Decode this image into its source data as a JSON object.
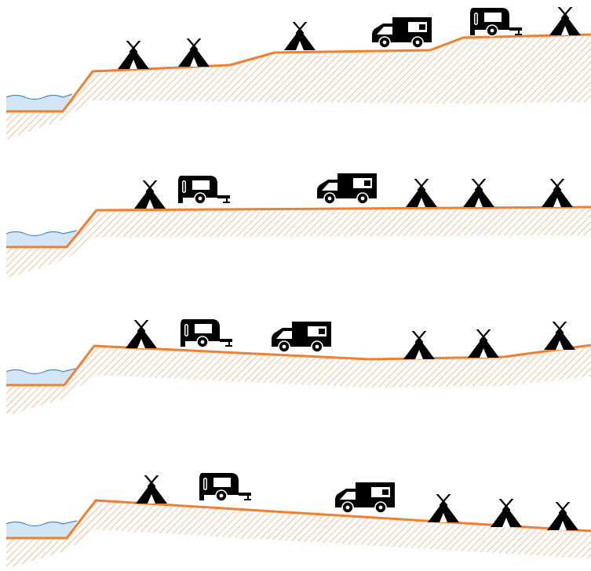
{
  "colors": {
    "ground_line": "#f07f2e",
    "hatch": "#f2a36b",
    "water_fill": "#d2e6f5",
    "water_wave": "#4a89c9",
    "icon": "#000000",
    "background": "#ffffff"
  },
  "icons": [
    "tent-icon",
    "caravan-icon",
    "motorhome-icon"
  ],
  "panels": [
    {
      "id": "terrace-steps",
      "items": [
        "tent-icon",
        "tent-icon",
        "tent-icon",
        "motorhome-icon",
        "caravan-icon",
        "tent-icon"
      ]
    },
    {
      "id": "flat-plateau",
      "items": [
        "tent-icon",
        "caravan-icon",
        "motorhome-icon",
        "tent-icon",
        "tent-icon",
        "tent-icon"
      ]
    },
    {
      "id": "shallow-dip",
      "items": [
        "tent-icon",
        "caravan-icon",
        "motorhome-icon",
        "tent-icon",
        "tent-icon",
        "tent-icon"
      ]
    },
    {
      "id": "gentle-slope",
      "items": [
        "tent-icon",
        "caravan-icon",
        "motorhome-icon",
        "tent-icon",
        "tent-icon",
        "tent-icon"
      ]
    }
  ]
}
